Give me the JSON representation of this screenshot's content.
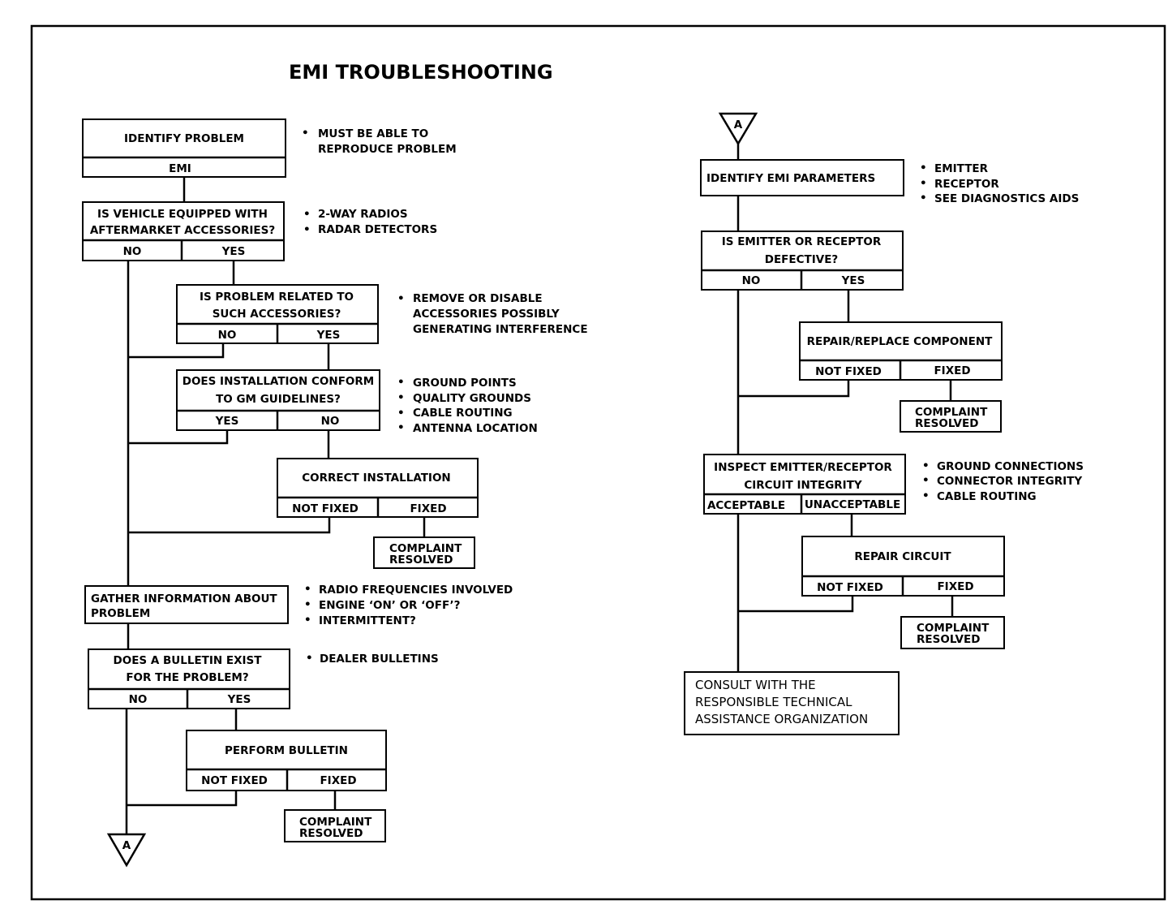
{
  "title": "EMI TROUBLESHOOTING",
  "connectors": {
    "top": "A",
    "bottom": "A"
  },
  "left": {
    "identify": {
      "label": "IDENTIFY PROBLEM",
      "sub": "EMI"
    },
    "identify_notes": [
      "MUST BE ABLE TO",
      "REPRODUCE PROBLEM"
    ],
    "aftermarket": {
      "line1": "IS VEHICLE EQUIPPED WITH",
      "line2": "AFTERMARKET ACCESSORIES?",
      "left": "NO",
      "right": "YES"
    },
    "aftermarket_notes": [
      "2-WAY RADIOS",
      "RADAR DETECTORS"
    ],
    "related": {
      "line1": "IS PROBLEM RELATED TO",
      "line2": "SUCH ACCESSORIES?",
      "left": "NO",
      "right": "YES"
    },
    "related_notes": [
      "REMOVE OR DISABLE",
      "ACCESSORIES POSSIBLY",
      "GENERATING INTERFERENCE"
    ],
    "conform": {
      "line1": "DOES INSTALLATION CONFORM",
      "line2": "TO GM GUIDELINES?",
      "left": "YES",
      "right": "NO"
    },
    "conform_notes": [
      "GROUND POINTS",
      "QUALITY GROUNDS",
      "CABLE ROUTING",
      "ANTENNA LOCATION"
    ],
    "correct": {
      "label": "CORRECT INSTALLATION",
      "left": "NOT FIXED",
      "right": "FIXED"
    },
    "resolved1": [
      "COMPLAINT",
      "RESOLVED"
    ],
    "gather": {
      "line1": "GATHER INFORMATION ABOUT",
      "line2": "PROBLEM"
    },
    "gather_notes": [
      "RADIO FREQUENCIES INVOLVED",
      "ENGINE ‘ON’ OR ‘OFF’?",
      "INTERMITTENT?"
    ],
    "bulletin": {
      "line1": "DOES A BULLETIN EXIST",
      "line2": "FOR THE PROBLEM?",
      "left": "NO",
      "right": "YES"
    },
    "bulletin_notes": [
      "DEALER BULLETINS"
    ],
    "perform": {
      "label": "PERFORM BULLETIN",
      "left": "NOT FIXED",
      "right": "FIXED"
    },
    "resolved2": [
      "COMPLAINT",
      "RESOLVED"
    ]
  },
  "right": {
    "params": {
      "label": "IDENTIFY EMI PARAMETERS"
    },
    "params_notes": [
      "EMITTER",
      "RECEPTOR",
      "SEE DIAGNOSTICS AIDS"
    ],
    "defective": {
      "line1": "IS EMITTER OR RECEPTOR",
      "line2": "DEFECTIVE?",
      "left": "NO",
      "right": "YES"
    },
    "repair_component": {
      "label": "REPAIR/REPLACE COMPONENT",
      "left": "NOT FIXED",
      "right": "FIXED"
    },
    "resolved3": [
      "COMPLAINT",
      "RESOLVED"
    ],
    "inspect": {
      "line1": "INSPECT EMITTER/RECEPTOR",
      "line2": "CIRCUIT INTEGRITY",
      "left": "ACCEPTABLE",
      "right": "UNACCEPTABLE"
    },
    "inspect_notes": [
      "GROUND CONNECTIONS",
      "CONNECTOR INTEGRITY",
      "CABLE ROUTING"
    ],
    "repair_circuit": {
      "label": "REPAIR CIRCUIT",
      "left": "NOT FIXED",
      "right": "FIXED"
    },
    "resolved4": [
      "COMPLAINT",
      "RESOLVED"
    ],
    "consult": [
      "CONSULT WITH THE",
      "RESPONSIBLE TECHNICAL",
      "ASSISTANCE ORGANIZATION"
    ]
  }
}
